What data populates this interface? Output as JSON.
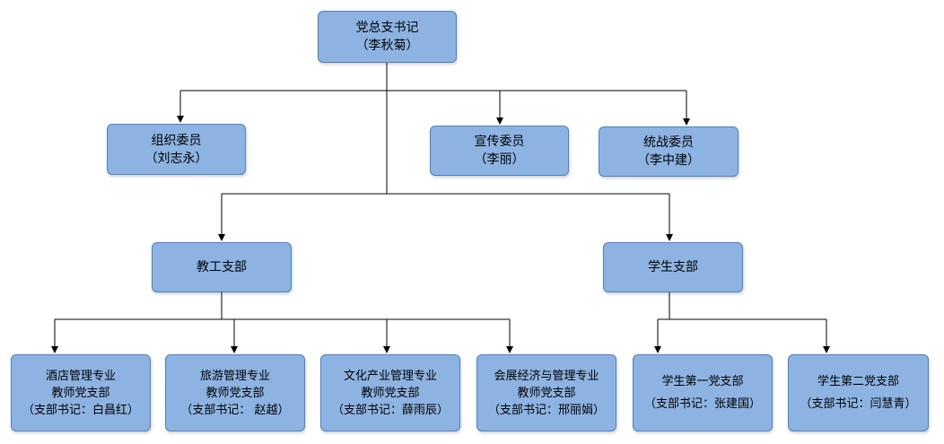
{
  "root": {
    "title": "党总支书记",
    "person": "（李秋菊）"
  },
  "committee": [
    {
      "title": "组织委员",
      "person": "（刘志永）"
    },
    {
      "title": "宣传委员",
      "person": "（李丽）"
    },
    {
      "title": "统战委员",
      "person": "（李中建）"
    }
  ],
  "branches": {
    "faculty": {
      "title": "教工支部"
    },
    "student": {
      "title": "学生支部"
    }
  },
  "faculty_subs": [
    {
      "line1": "酒店管理专业",
      "line2": "教师党支部",
      "line3": "（支部书记：白昌红）"
    },
    {
      "line1": "旅游管理专业",
      "line2": "教师党支部",
      "line3": "（支部书记： 赵越）"
    },
    {
      "line1": "文化产业管理专业",
      "line2": "教师党支部",
      "line3": "（支部书记：薛雨辰）"
    },
    {
      "line1": "会展经济与管理专业",
      "line2": "教师党支部",
      "line3": "（支部书记：邢丽娟）"
    }
  ],
  "student_subs": [
    {
      "line1": "学生第一党支部",
      "line3": "（支部书记：张建国）"
    },
    {
      "line1": "学生第二党支部",
      "line3": "（支部书记：闫慧青）"
    }
  ],
  "colors": {
    "box_fill": "#8db3e2",
    "box_border": "#4f81bd",
    "line": "#000000"
  }
}
